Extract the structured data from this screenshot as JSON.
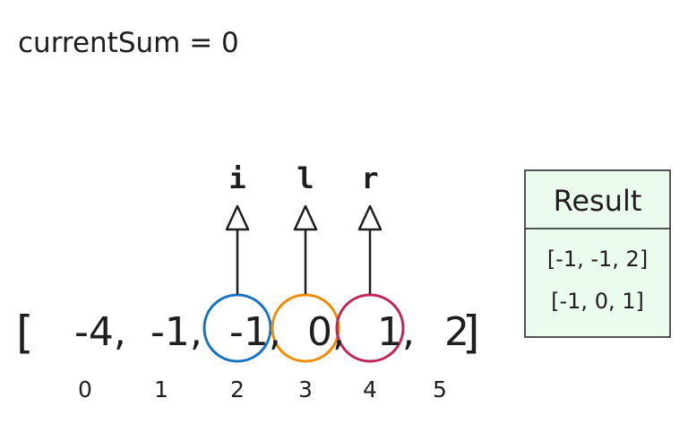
{
  "state": {
    "current_sum_label": "currentSum = 0"
  },
  "array": {
    "open_bracket": "[",
    "close_bracket": "]",
    "items": [
      {
        "value": "-4",
        "text": "-4,",
        "index": "0",
        "circle_color": ""
      },
      {
        "value": "-1",
        "text": "-1,",
        "index": "1",
        "circle_color": ""
      },
      {
        "value": "-1",
        "text": "-1,",
        "index": "2",
        "circle_color": "#1971c2"
      },
      {
        "value": "0",
        "text": "0,",
        "index": "3",
        "circle_color": "#f08c00"
      },
      {
        "value": "1",
        "text": "1,",
        "index": "4",
        "circle_color": "#c2255c"
      },
      {
        "value": "2",
        "text": "2",
        "index": "5",
        "circle_color": ""
      }
    ]
  },
  "pointers": [
    {
      "name": "i",
      "target_index": 2
    },
    {
      "name": "l",
      "target_index": 3
    },
    {
      "name": "r",
      "target_index": 4
    }
  ],
  "result": {
    "title": "Result",
    "rows": [
      "[-1, -1, 2]",
      "[-1, 0, 1]"
    ],
    "background": "#ebfbee",
    "border": "#1e1e1e"
  }
}
